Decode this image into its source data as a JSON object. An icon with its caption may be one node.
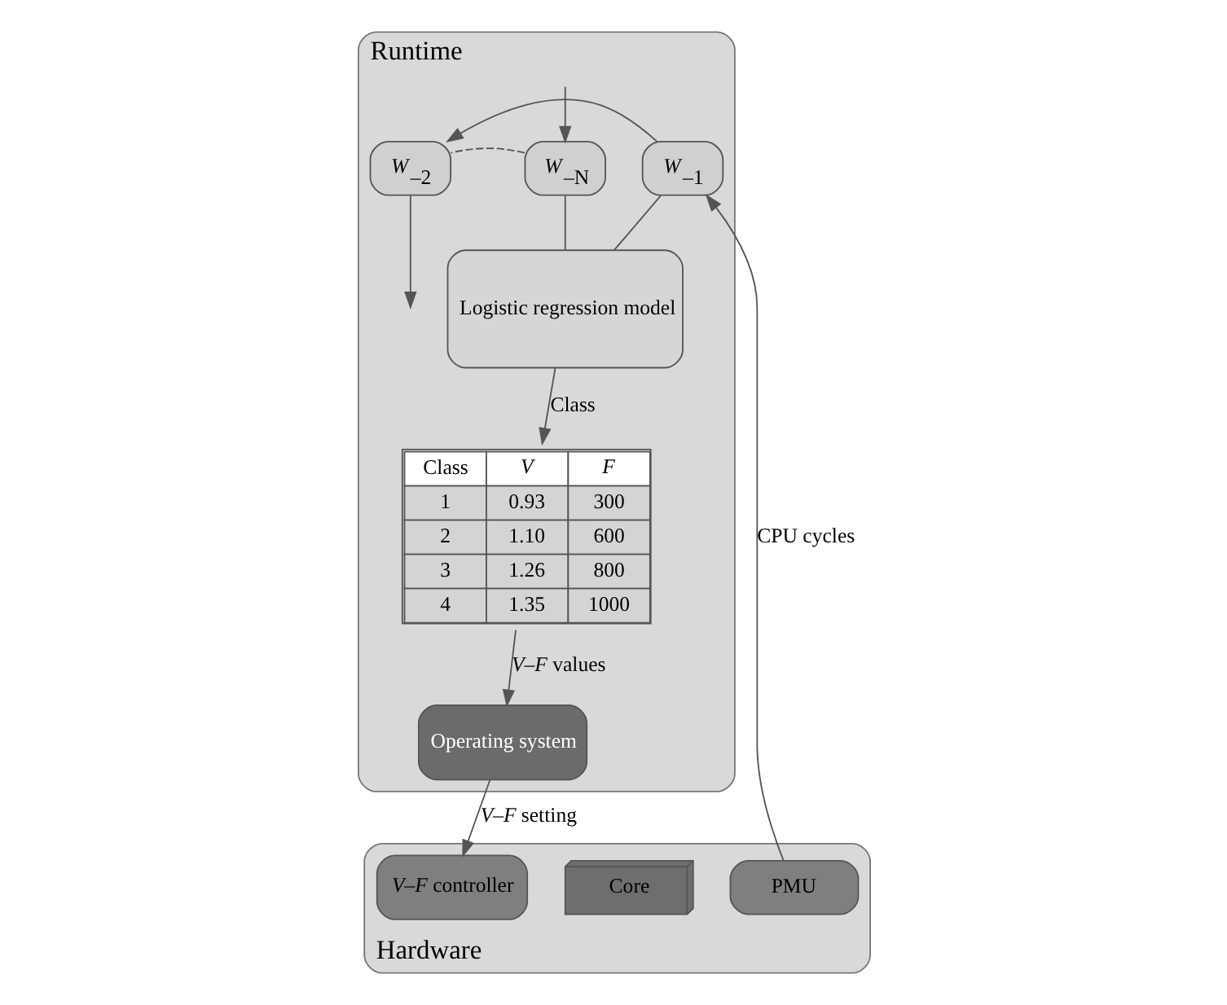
{
  "diagram": {
    "nodes": [
      {
        "text": [
          "Runtime"
        ]
      },
      {
        "text": [
          "*W*$_{–N}$"
        ],
        "in": 0
      },
      {
        "text": [
          "*W*$_{–2}$"
        ],
        "in": 0
      },
      {
        "text": [
          "*W*$_{–1}$"
        ],
        "in": 0
      },
      {
        "text": [
          "Class",
          "*V*",
          "*F*",
          "1",
          "0.93",
          "300",
          "2",
          "1.10",
          "600",
          "3",
          "1.26",
          "800",
          "4",
          "1.35",
          "1000"
        ],
        "in": 0
      },
      {
        "text": [
          "Logistic regression model"
        ],
        "in": 0
      },
      {
        "text": [
          "Operating system"
        ],
        "in": 0
      },
      {
        "text": [
          "Hardware"
        ]
      },
      {
        "text": [
          "*V–F* controller"
        ],
        "in": 7
      },
      {
        "text": [
          "Core"
        ],
        "in": 7
      },
      {
        "text": [
          "PMU"
        ],
        "in": 7
      }
    ],
    "edges": [
      {
        "from": null,
        "to": 1,
        "arrow": "to"
      },
      {
        "from": 2,
        "to": null,
        "arrow": "to"
      },
      {
        "from": 3,
        "to": 2,
        "arrow": "to"
      },
      {
        "from": 1,
        "to": 2,
        "arrow": "none",
        "style": "dashed"
      },
      {
        "from": 1,
        "to": 5,
        "arrow": "none"
      },
      {
        "from": 3,
        "to": 5,
        "arrow": "none"
      },
      {
        "from": 5,
        "to": 4,
        "arrow": "to",
        "label": "Class"
      },
      {
        "from": 4,
        "to": 6,
        "arrow": "to",
        "label": "*V–F* values"
      },
      {
        "from": 6,
        "to": 8,
        "arrow": "to",
        "label": "*V–F* setting"
      },
      {
        "from": 10,
        "to": 3,
        "arrow": "to",
        "label": "CPU cycles"
      }
    ]
  }
}
